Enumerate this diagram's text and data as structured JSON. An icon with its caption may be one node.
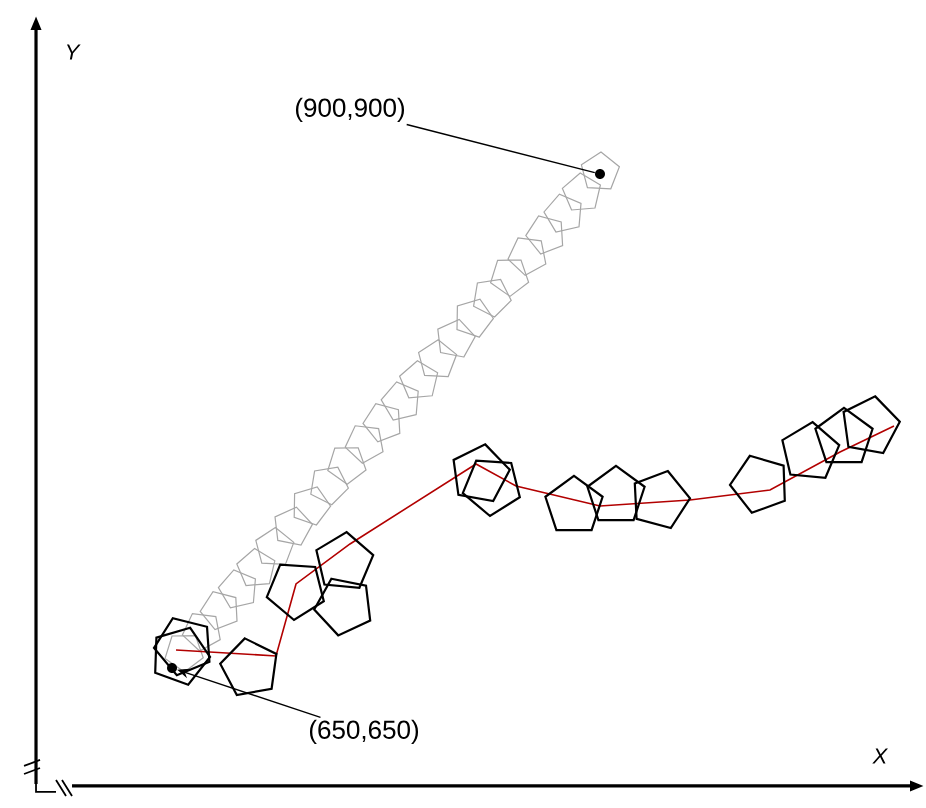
{
  "diagram": {
    "nodes": [
      {
        "text": [
          "(900,900)"
        ]
      },
      {
        "text": [],
        "shape": "circle"
      },
      {
        "text": [
          "(650,650)"
        ]
      },
      {
        "text": [],
        "shape": "circle"
      }
    ],
    "edges": [
      {
        "from": 0,
        "to": 1,
        "arrow": "none"
      },
      {
        "from": 2,
        "to": 3,
        "arrow": "to"
      }
    ],
    "labels": [
      "Y",
      "X"
    ]
  }
}
